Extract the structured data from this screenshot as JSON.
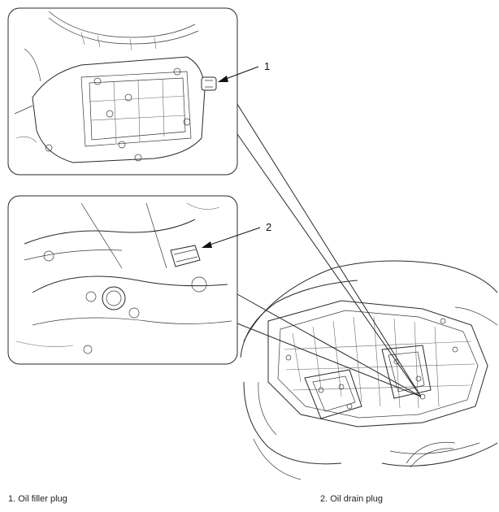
{
  "callouts": [
    {
      "number": "1"
    },
    {
      "number": "2"
    }
  ],
  "legend": [
    {
      "label": "1. Oil filler plug"
    },
    {
      "label": "2. Oil drain plug"
    }
  ]
}
